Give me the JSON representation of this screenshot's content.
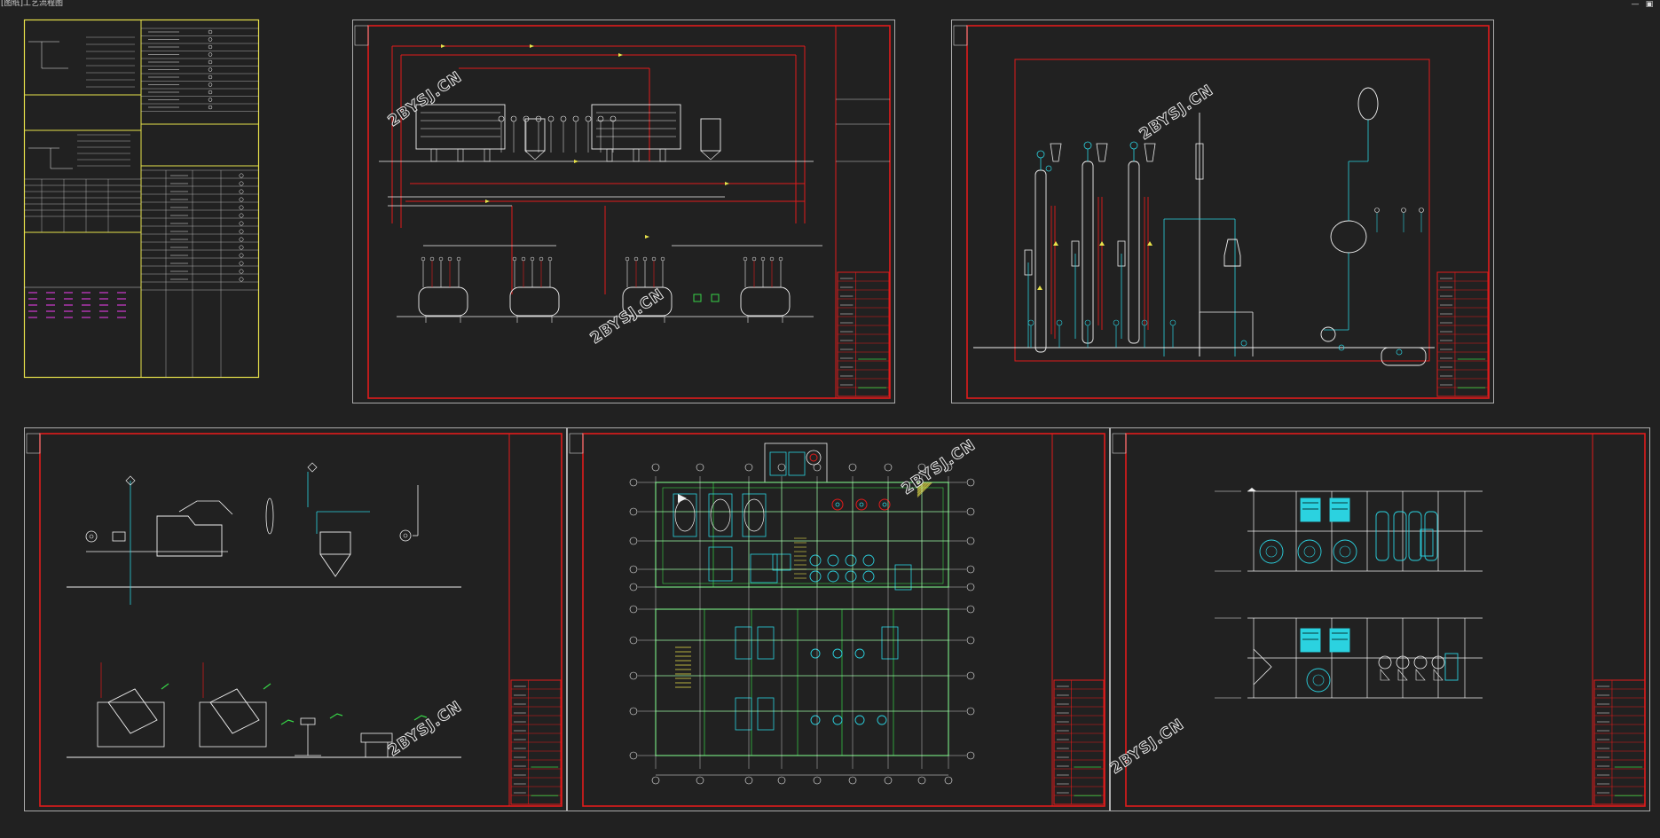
{
  "window": {
    "title": "[图纸]工艺流程图",
    "controls": [
      "minimize",
      "restore"
    ],
    "control_glyphs": {
      "minimize": "—",
      "restore": "▣"
    }
  },
  "watermark": "2BYSJ.CN",
  "sheets": [
    {
      "id": "legend-sheet",
      "kind": "legend-table",
      "border_color": "#e8e24a"
    },
    {
      "id": "process-flow-sheet-1",
      "kind": "process-flow",
      "border_color": "#e11b1b"
    },
    {
      "id": "process-flow-sheet-2",
      "kind": "evaporator-flow",
      "border_color": "#e11b1b"
    },
    {
      "id": "equipment-sheet",
      "kind": "equipment-layout",
      "border_color": "#e11b1b"
    },
    {
      "id": "floor-plan-sheet",
      "kind": "floor-plan",
      "border_color": "#e11b1b"
    },
    {
      "id": "elevation-sheet",
      "kind": "elevation",
      "border_color": "#e11b1b"
    }
  ],
  "colors": {
    "background": "#212121",
    "drawing_border": "#e11b1b",
    "linework": "#f0f0f0",
    "pipe_cyan": "#2bd2e0",
    "grid_green": "#37d447",
    "legend_magenta": "#d13ad1"
  }
}
